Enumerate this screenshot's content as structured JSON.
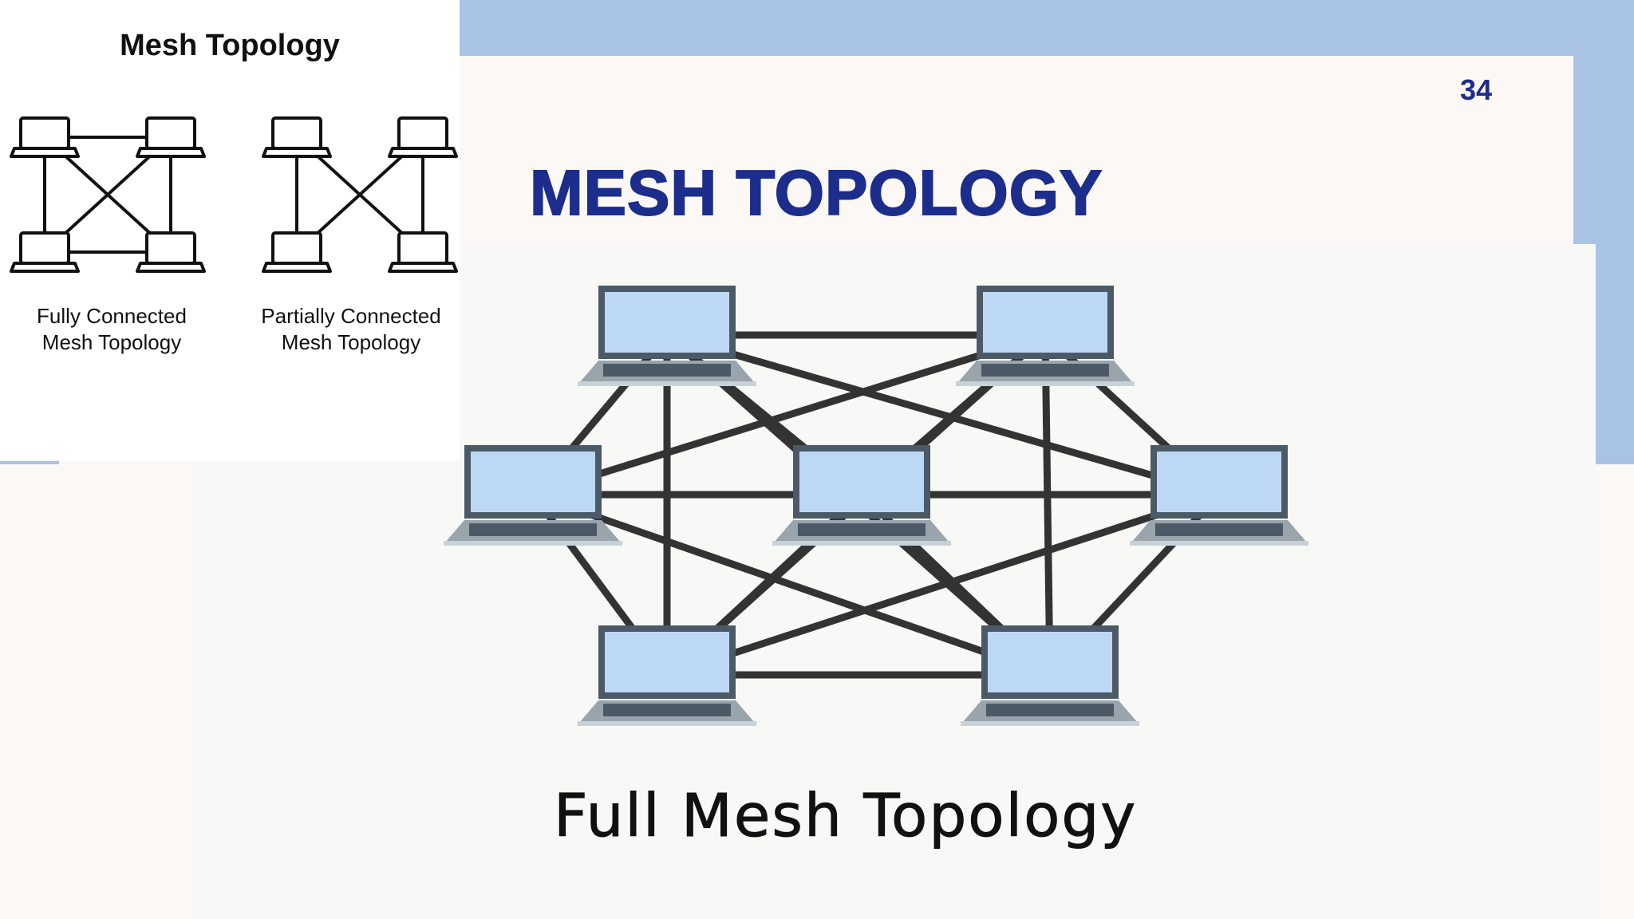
{
  "slide": {
    "page_number": "34",
    "title": "MESH TOPOLOGY",
    "diagram_caption": "Full Mesh Topology"
  },
  "inset": {
    "title": "Mesh Topology",
    "full_caption": "Fully Connected\nMesh Topology",
    "partial_caption": "Partially Connected\nMesh Topology"
  },
  "colors": {
    "accent": "#a8c3e6",
    "title_blue": "#1d2d8c",
    "screen_blue": "#bcd8f4",
    "link_dark": "#333333"
  }
}
